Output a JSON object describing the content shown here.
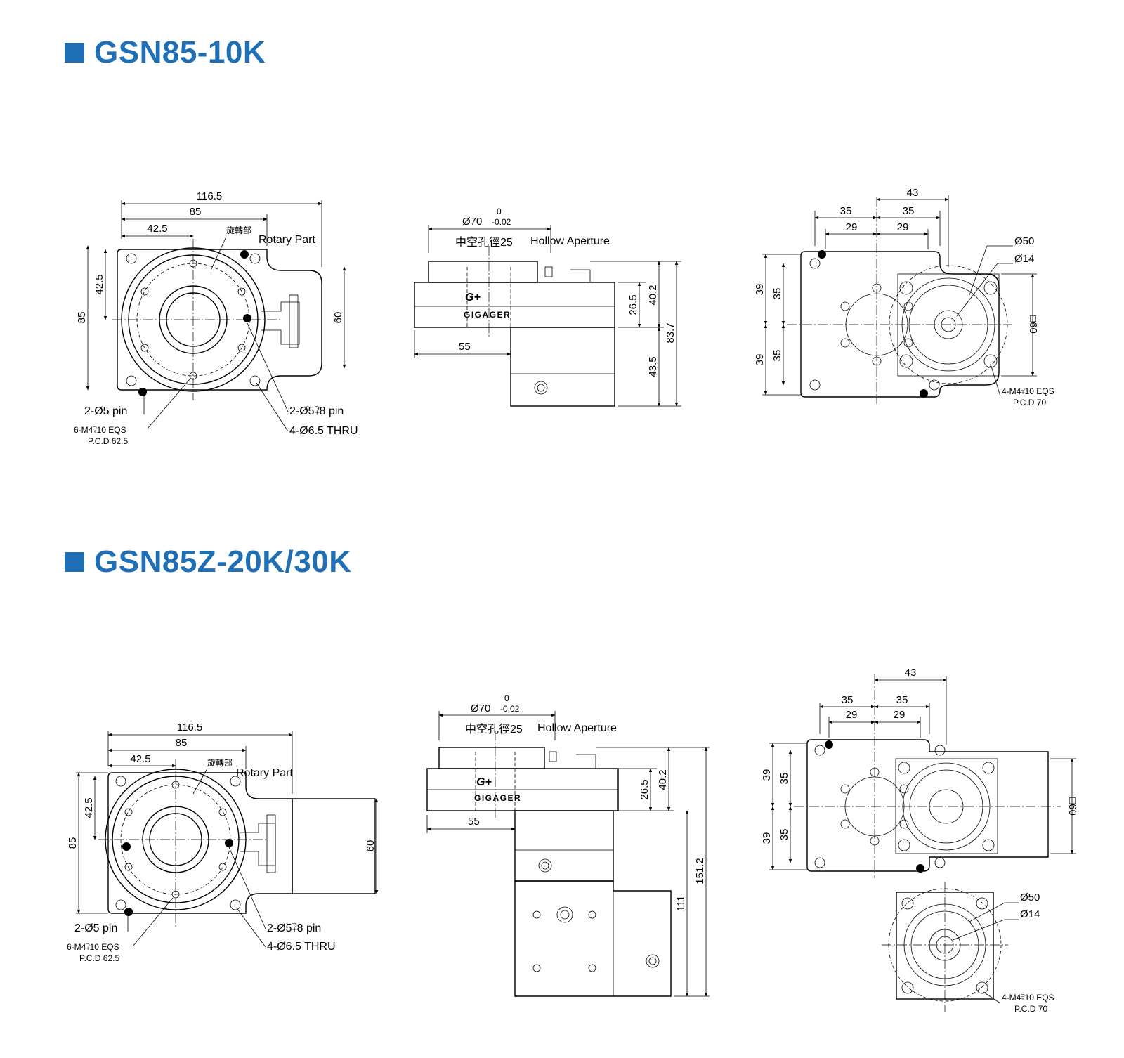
{
  "colors": {
    "accent": "#1f6fb6",
    "line": "#000000"
  },
  "sections": [
    {
      "title": "GSN85-10K"
    },
    {
      "title": "GSN85Z-20K/30K"
    }
  ],
  "top": {
    "front": {
      "dims": {
        "d116": "116.5",
        "d85": "85",
        "d42": "42.5",
        "v42": "42.5",
        "v85": "85",
        "v60": "60"
      },
      "rotary_cn": "旋轉部",
      "rotary_en": "Rotary  Part",
      "pin": "2-Ø5 pin",
      "tap": "6-M4⫀10 EQS",
      "pcd": "P.C.D 62.5",
      "pin8": "2-Ø5⫀8 pin",
      "thru": "4-Ø6.5 THRU"
    },
    "side": {
      "dia": "Ø70",
      "tol_up": "0",
      "tol_dn": "-0.02",
      "hollow_cn": "中空孔徑25",
      "hollow_en": "Hollow  Aperture",
      "brand": "GIGAGER",
      "d55": "55",
      "d26": "26.5",
      "d40": "40.2",
      "d83": "83.7",
      "d43": "43.5"
    },
    "back": {
      "d43": "43",
      "d35a": "35",
      "d35b": "35",
      "d29a": "29",
      "d29b": "29",
      "v39a": "39",
      "v35a": "35",
      "v39b": "39",
      "v35b": "35",
      "phi50": "Ø50",
      "phi14": "Ø14",
      "sq60": "□60",
      "tap": "4-M4⫀10 EQS",
      "pcd": "P.C.D 70"
    }
  },
  "bottom": {
    "front": {
      "dims": {
        "d116": "116.5",
        "d85": "85",
        "d42": "42.5",
        "v42": "42.5",
        "v85": "85",
        "v60": "60"
      },
      "rotary_cn": "旋轉部",
      "rotary_en": "Rotary Part",
      "pin": "2-Ø5 pin",
      "tap": "6-M4⫀10 EQS",
      "pcd": "P.C.D 62.5",
      "pin8": "2-Ø5⫀8 pin",
      "thru": "4-Ø6.5 THRU"
    },
    "side": {
      "dia": "Ø70",
      "tol_up": "0",
      "tol_dn": "-0.02",
      "hollow_cn": "中空孔徑25",
      "hollow_en": "Hollow  Aperture",
      "brand": "GIGAGER",
      "d55": "55",
      "d26": "26.5",
      "d40": "40.2",
      "d151": "151.2",
      "d111": "111"
    },
    "back": {
      "d43": "43",
      "d35a": "35",
      "d35b": "35",
      "d29a": "29",
      "d29b": "29",
      "v39a": "39",
      "v35a": "35",
      "v39b": "39",
      "v35b": "35",
      "sq60": "□60",
      "phi50": "Ø50",
      "phi14": "Ø14",
      "tap": "4-M4⫀10 EQS",
      "pcd": "P.C.D 70"
    }
  }
}
